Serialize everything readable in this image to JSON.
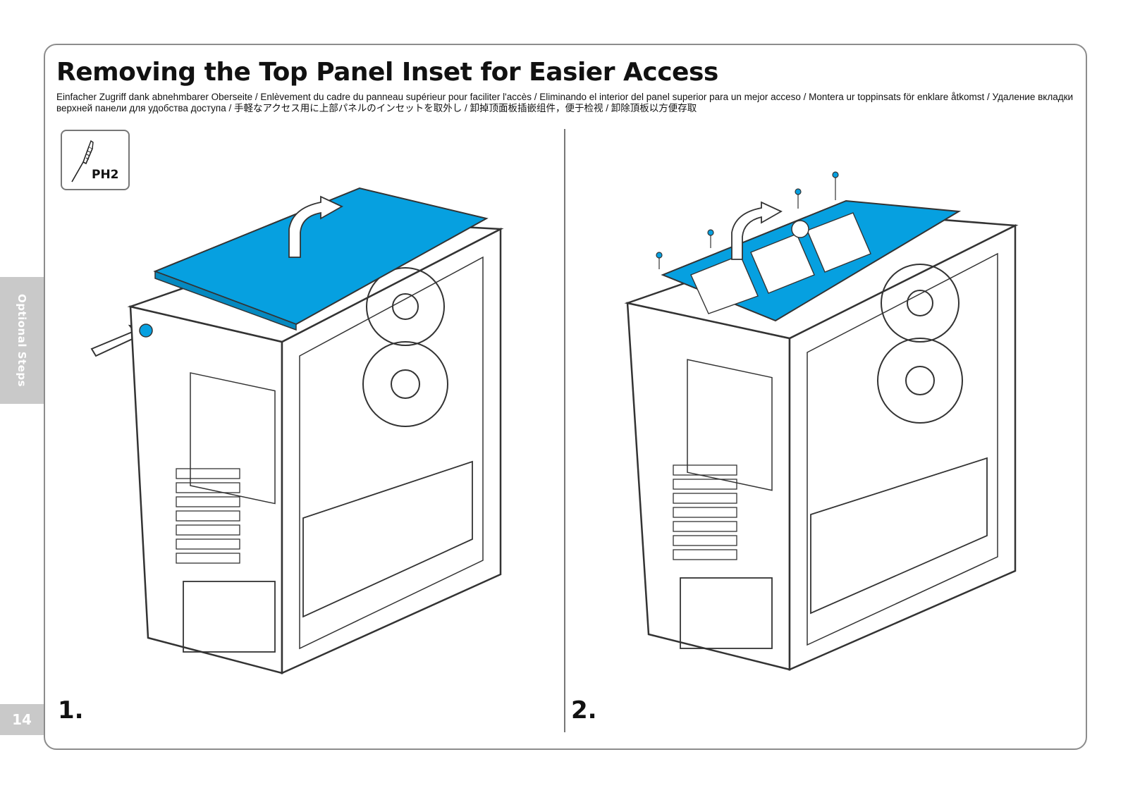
{
  "sidebar": {
    "section_label": "Optional Steps",
    "page_number": "14"
  },
  "header": {
    "title": "Removing the Top Panel Inset for Easier Access",
    "subtitle": "Einfacher Zugriff dank abnehmbarer Oberseite / Enlèvement du cadre du panneau supérieur pour faciliter l'accès / Eliminando el interior del panel superior para un mejor acceso / Montera ur toppinsats för enklare åtkomst / Удаление вкладки верхней панели для удобства доступа / 手軽なアクセス用に上部パネルのインセットを取外し / 卸掉顶面板插嵌组件，便于检视 / 卸除頂板以方便存取"
  },
  "tool": {
    "label": "PH2",
    "icon": "screwdriver-icon"
  },
  "steps": [
    {
      "number": "1."
    },
    {
      "number": "2."
    }
  ],
  "colors": {
    "accent": "#06a0e0",
    "frame": "#8c8c8c",
    "tab": "#c9c9c9",
    "line": "#333333"
  }
}
